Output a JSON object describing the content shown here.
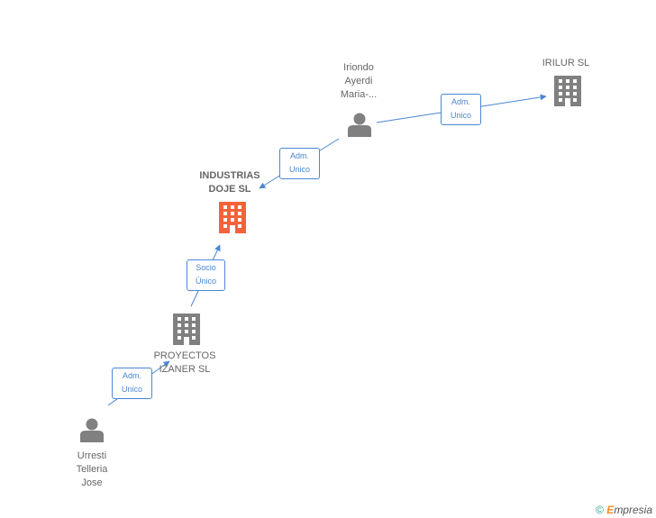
{
  "nodes": {
    "urresti": {
      "label": "Urresti\nTelleria\nJose",
      "type": "person-icon"
    },
    "proyectos": {
      "label": "PROYECTOS\nIZANER SL",
      "type": "building-icon"
    },
    "industrias": {
      "label": "INDUSTRIAS\nDOJE SL",
      "type": "building-icon"
    },
    "iriondo": {
      "label": "Iriondo\nAyerdi\nMaria-...",
      "type": "person-icon"
    },
    "irilur": {
      "label": "IRILUR SL",
      "type": "building-icon"
    }
  },
  "relations": {
    "r1": {
      "label": "Adm.\nUnico"
    },
    "r2": {
      "label": "Socio\nÚnico"
    },
    "r3": {
      "label": "Adm.\nUnico"
    },
    "r4": {
      "label": "Adm.\nUnico"
    }
  },
  "footer": {
    "copyright": "©",
    "brand_e": "E",
    "brand_rest": "mpresia"
  },
  "colors": {
    "edge": "#4a86d4",
    "icon": "#808080",
    "highlight": "#f4623a"
  }
}
